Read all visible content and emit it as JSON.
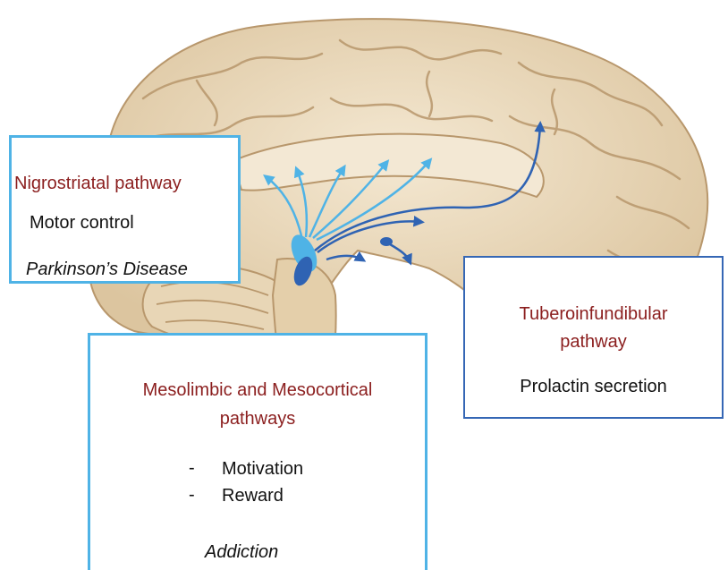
{
  "colors": {
    "brain_tissue": "#efe0c4",
    "brain_shadow": "#c9ad86",
    "light_pathway": "#4fb3e6",
    "dark_pathway": "#2f63b3",
    "title_red": "#8b1e1e"
  },
  "nigrostriatal": {
    "title": "Nigrostriatal pathway",
    "function": "Motor control",
    "disease": "Parkinson’s Disease"
  },
  "mesolimbic": {
    "title_line1": "Mesolimbic and Mesocortical",
    "title_line2": "pathways",
    "items": [
      {
        "bullet": "-",
        "label": "Motivation"
      },
      {
        "bullet": "-",
        "label": "Reward"
      }
    ],
    "disease": "Addiction"
  },
  "tuberoinfundibular": {
    "title_line1": "Tuberoinfundibular",
    "title_line2": "pathway",
    "function": "Prolactin secretion"
  }
}
